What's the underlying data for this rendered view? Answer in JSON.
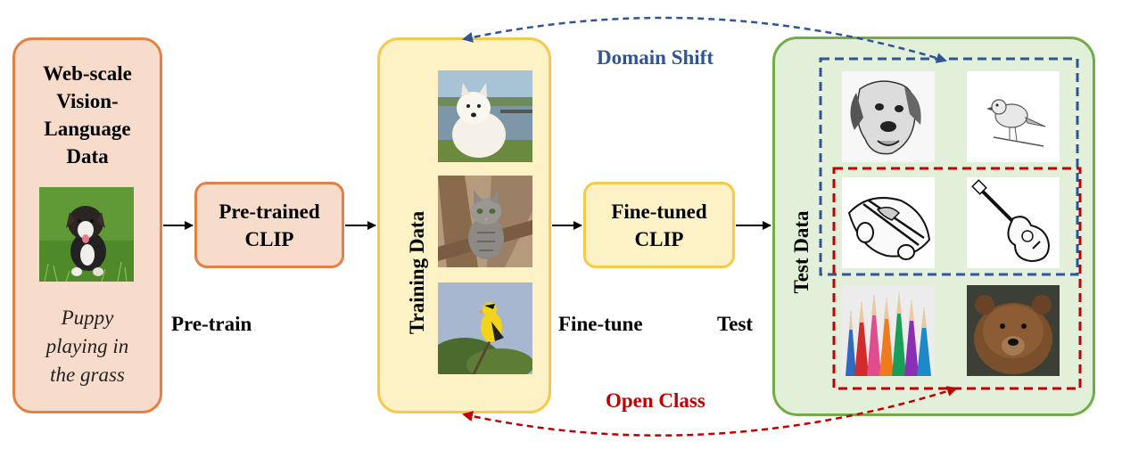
{
  "web_data": {
    "title": "Web-scale\nVision-\nLanguage\nData",
    "caption": "Puppy\nplaying in\nthe grass"
  },
  "pretrained": {
    "label": "Pre-trained\nCLIP"
  },
  "finetuned": {
    "label": "Fine-tuned\nCLIP"
  },
  "training": {
    "label": "Training Data"
  },
  "test": {
    "label": "Test Data"
  },
  "stages": {
    "pretrain": "Pre-train",
    "finetune": "Fine-tune",
    "test": "Test"
  },
  "annotations": {
    "domain_shift": "Domain Shift",
    "open_class": "Open Class"
  },
  "colors": {
    "orange_border": "#e47f45",
    "orange_fill": "#f8dccb",
    "yellow_border": "#f7c948",
    "yellow_fill": "#fdf2c6",
    "green_border": "#70ad47",
    "green_fill": "#e2efd9",
    "blue": "#2f5597",
    "red": "#c00000"
  }
}
